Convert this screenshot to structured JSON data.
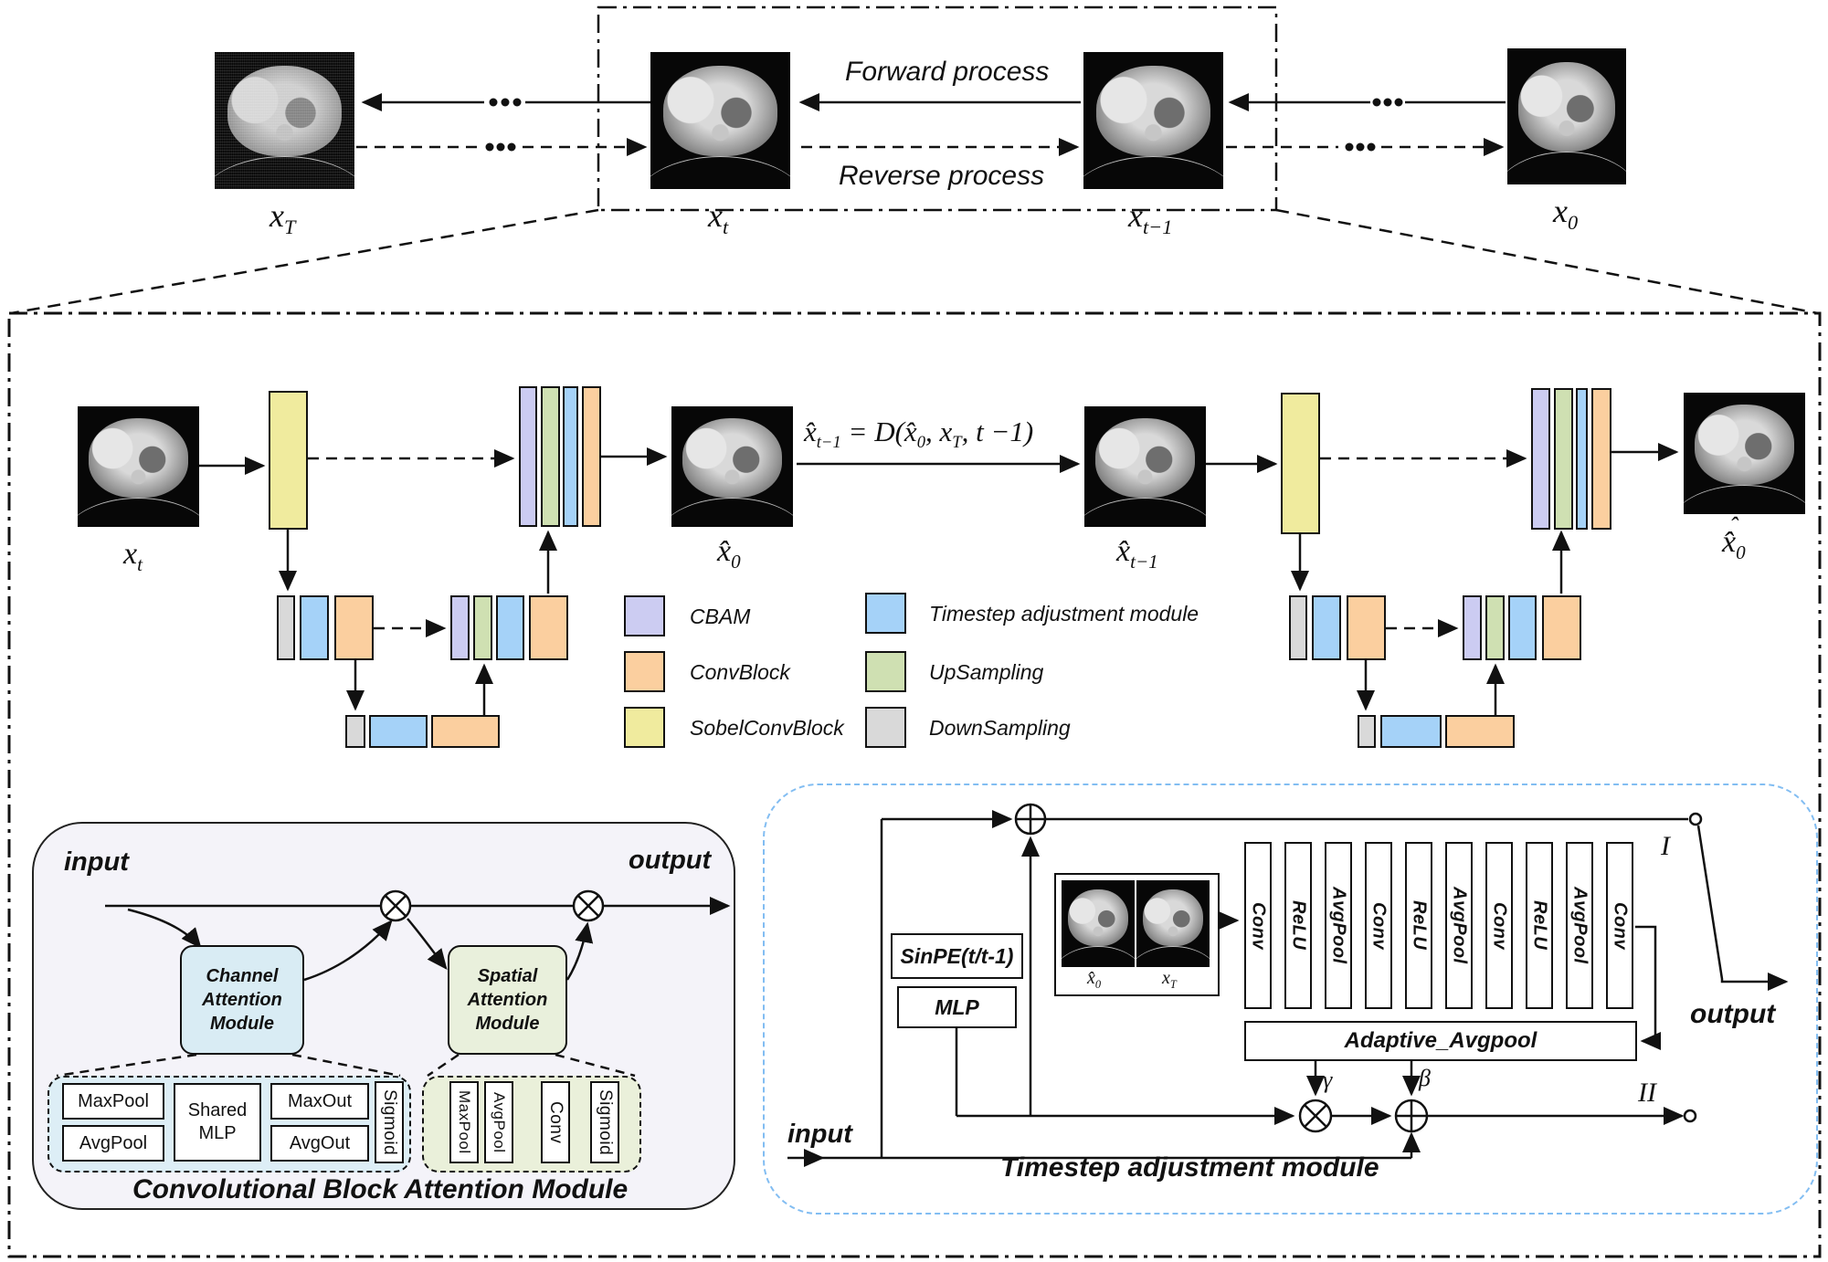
{
  "palette": {
    "cbam": "#ccccf2",
    "convblock": "#fbcf9f",
    "sobelconvblock": "#f0eb9e",
    "timestep": "#a5d2f8",
    "upsampling": "#cfe0b2",
    "downsampling": "#d9d9d9",
    "timestep_border": "#82bdf2",
    "cbam_bg": "#f4f3f9",
    "cam_fill": "#d9ecf4",
    "sam_fill": "#e9f0dc"
  },
  "top_row": {
    "forward_label": "Forward process",
    "reverse_label": "Reverse process",
    "xT": {
      "base": "x",
      "sub": "T"
    },
    "xt": {
      "base": "x",
      "sub": "t"
    },
    "xtm1": {
      "base": "x",
      "sub": "t−1"
    },
    "x0": {
      "base": "x",
      "sub": "0"
    }
  },
  "unet": {
    "in_left": {
      "base": "x",
      "sub": "t"
    },
    "mid_left": {
      "base": "x̂",
      "sub": "0"
    },
    "mid_right": {
      "base": "x̂",
      "sub": "t−1"
    },
    "out_right": {
      "hat": "ˆ",
      "base": "x̂",
      "sub": "0"
    }
  },
  "equation": {
    "p1": "x̂",
    "s1": "t−1",
    "p2": " = D(",
    "p3": "x̂",
    "s3": "0",
    "p4": ", ",
    "p5": "x",
    "s5": "T",
    "p6": ", ",
    "p7": "t −1)"
  },
  "legend": {
    "items": [
      {
        "label": "CBAM",
        "color": "#ccccf2"
      },
      {
        "label": "ConvBlock",
        "color": "#fbcf9f"
      },
      {
        "label": "SobelConvBlock",
        "color": "#f0eb9e"
      },
      {
        "label": "Timestep adjustment module",
        "color": "#a5d2f8"
      },
      {
        "label": "UpSampling",
        "color": "#cfe0b2"
      },
      {
        "label": "DownSampling",
        "color": "#d9d9d9"
      }
    ]
  },
  "cbam": {
    "input": "input",
    "output": "output",
    "cam": "Channel Attention Module",
    "sam": "Spatial Attention Module",
    "ch_boxes": {
      "maxpool": "MaxPool",
      "avgpool": "AvgPool",
      "shared_mlp": "Shared MLP",
      "maxout": "MaxOut",
      "avgout": "AvgOut",
      "sigmoid": "Sigmoid"
    },
    "sp_boxes": {
      "maxpool": "MaxPool",
      "avgpool": "AvgPool",
      "conv": "Conv",
      "sigmoid": "Sigmoid"
    },
    "title": "Convolutional Block Attention Module"
  },
  "timestep": {
    "sinpe": "SinPE(t/t-1)",
    "mlp": "MLP",
    "stack": [
      "Conv",
      "ReLU",
      "AvgPool",
      "Conv",
      "ReLU",
      "AvgPool",
      "Conv",
      "ReLU",
      "AvgPool",
      "Conv"
    ],
    "adaptive": "Adaptive_Avgpool",
    "gamma": "γ",
    "beta": "β",
    "out1": "I",
    "out2": "II",
    "input": "input",
    "output": "output",
    "title": "Timestep adjustment module",
    "img1": {
      "base": "x̂",
      "sub": "0"
    },
    "img2": {
      "base": "x",
      "sub": "T"
    }
  }
}
